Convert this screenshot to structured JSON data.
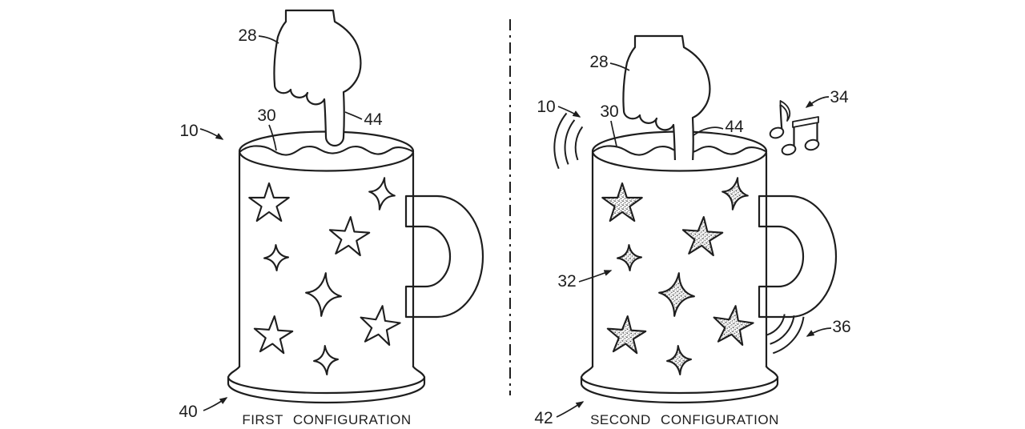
{
  "first_configuration": {
    "caption": "FIRST CONFIGURATION",
    "ref_hand": "28",
    "ref_topping": "30",
    "ref_finger": "44",
    "ref_mug": "10",
    "ref_base": "40"
  },
  "second_configuration": {
    "caption": "SECOND CONFIGURATION",
    "ref_hand": "28",
    "ref_topping": "30",
    "ref_finger": "44",
    "ref_mug": "10",
    "ref_base": "42",
    "ref_star": "32",
    "ref_music": "34",
    "ref_vibration": "36"
  },
  "icons": {
    "music_notes": "eighth-note and beamed-notes",
    "vibration_left": "three-arc vibration lines",
    "vibration_right": "three-arc vibration lines"
  },
  "colors": {
    "line": "#1e1e1e",
    "background": "#ffffff",
    "star_fill_first": "#ffffff",
    "star_stipple": "#4a4a4a"
  }
}
